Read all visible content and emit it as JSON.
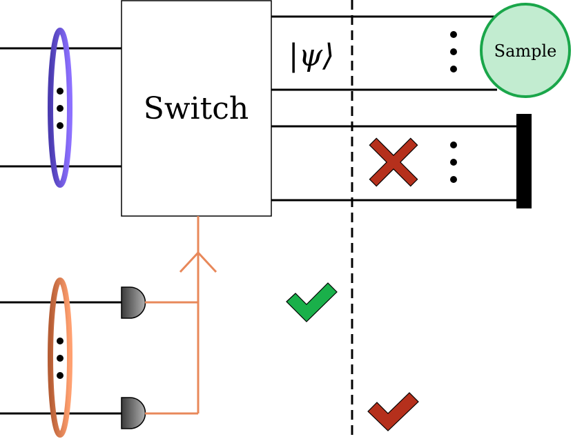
{
  "switch": {
    "label": "Switch"
  },
  "state": {
    "label": "|ψ⟩"
  },
  "sample": {
    "label": "Sample"
  },
  "colors": {
    "line": "#000000",
    "heralding_source": "#7b61ff",
    "heralding_source_dark": "#5a48c8",
    "detector_source": "#f0915e",
    "detector_source_dark": "#c8683c",
    "feedforward": "#e8885a",
    "sample_fill": "#c2ecd0",
    "sample_border": "#1aa64a",
    "success_check": "#1ab04a",
    "fail_cross": "#b5301c",
    "late_check": "#b5301c",
    "terminator": "#000000"
  },
  "icons": {
    "ellipsis": "vertical-dots",
    "detector": "d-shaped-detector",
    "success": "checkmark",
    "failure": "cross",
    "dump": "beam-block"
  }
}
